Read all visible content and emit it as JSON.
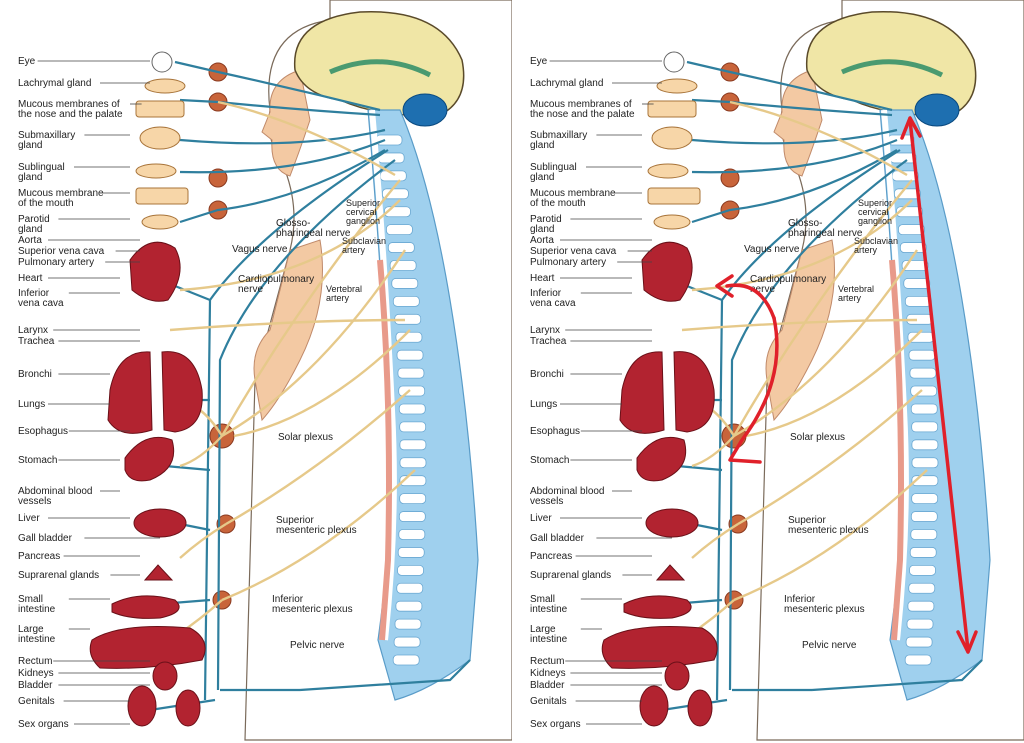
{
  "organ_labels": [
    [
      "Eye"
    ],
    [
      "Lachrymal gland"
    ],
    [
      "Mucous membranes of",
      "the nose and the palate"
    ],
    [
      "Submaxillary",
      "gland"
    ],
    [
      "Sublingual",
      "gland"
    ],
    [
      "Mucous membrane",
      "of the mouth"
    ],
    [
      "Parotid",
      "gland"
    ],
    [
      "Aorta"
    ],
    [
      "Superior vena cava"
    ],
    [
      "Pulmonary artery"
    ],
    [
      "Heart"
    ],
    [
      "Inferior",
      "vena cava"
    ],
    [
      "Larynx"
    ],
    [
      "Trachea"
    ],
    [
      "Bronchi"
    ],
    [
      "Lungs"
    ],
    [
      "Esophagus"
    ],
    [
      "Stomach"
    ],
    [
      "Abdominal blood",
      "vessels"
    ],
    [
      "Liver"
    ],
    [
      "Gall bladder"
    ],
    [
      "Pancreas"
    ],
    [
      "Suprarenal glands"
    ],
    [
      "Small",
      "intestine"
    ],
    [
      "Large",
      "intestine"
    ],
    [
      "Rectum"
    ],
    [
      "Kidneys"
    ],
    [
      "Bladder"
    ],
    [
      "Genitals"
    ],
    [
      "Sex organs"
    ]
  ],
  "nerve_labels": [
    [
      "Glosso-",
      "pharingeal nerve"
    ],
    [
      "Vagus nerve"
    ],
    [
      "Cardiopulmonary",
      "nerve"
    ],
    [
      "Solar plexus"
    ],
    [
      "Superior",
      "mesenteric plexus"
    ],
    [
      "Inferior",
      "mesenteric plexus"
    ],
    [
      "Pelvic nerve"
    ],
    [
      "Superior",
      "cervical",
      "ganglion"
    ],
    [
      "Subclavian",
      "artery"
    ],
    [
      "Vertebral",
      "artery"
    ]
  ],
  "colors": {
    "nerve_blue": "#2f7f9e",
    "nerve_yellow": "#e6c98a",
    "spine_blue": "#9fd0ee",
    "organ_red": "#b22330",
    "skin": "#f3c9a3",
    "brain": "#f0e6a6",
    "annotation_red": "#e0202a"
  }
}
